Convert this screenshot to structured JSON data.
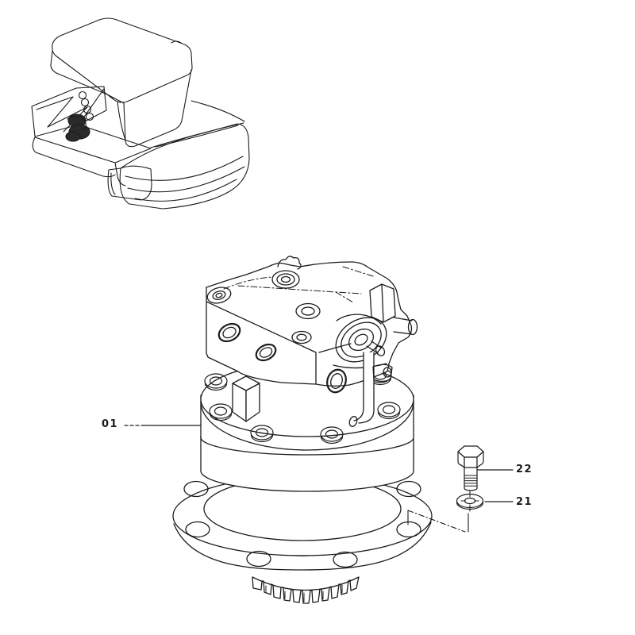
{
  "page": {
    "background_color": "#ffffff",
    "line_color": "#1c1c1c",
    "kind": "parts-catalog-exploded-view"
  },
  "callouts": {
    "assembly": {
      "label": "01",
      "drawing": "swing-motor-assembly-drawing"
    },
    "bolt": {
      "label": "22",
      "drawing": "hex-bolt-drawing"
    },
    "washer": {
      "label": "21",
      "drawing": "washer-drawing"
    }
  },
  "thumbnail": {
    "drawing": "machine-locator-thumbnail",
    "marker_color": "#2a2a2a"
  }
}
